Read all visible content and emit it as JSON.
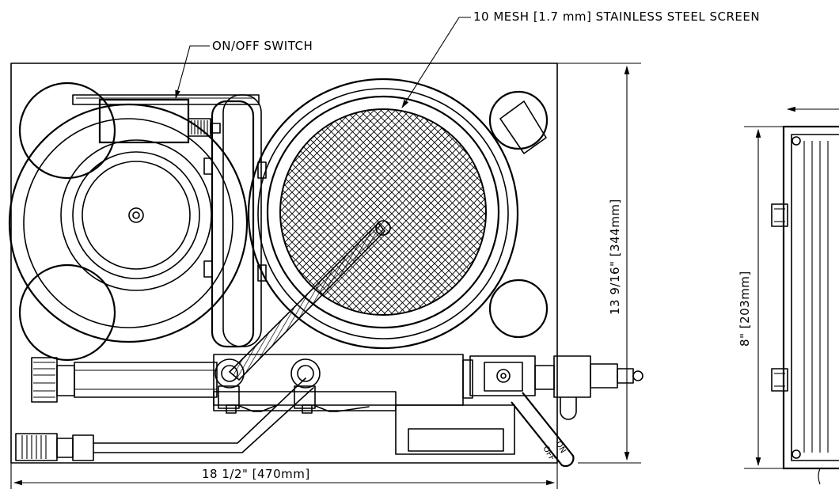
{
  "callouts": {
    "screen": "10 MESH [1.7 mm] STAINLESS STEEL SCREEN",
    "switch": "ON/OFF SWITCH"
  },
  "dimensions": {
    "width": "18 1/2\" [470mm]",
    "height": "13 9/16\" [344mm]",
    "side_height": "8\" [203mm]"
  },
  "valve": {
    "on": "ON",
    "off": "OFF"
  }
}
